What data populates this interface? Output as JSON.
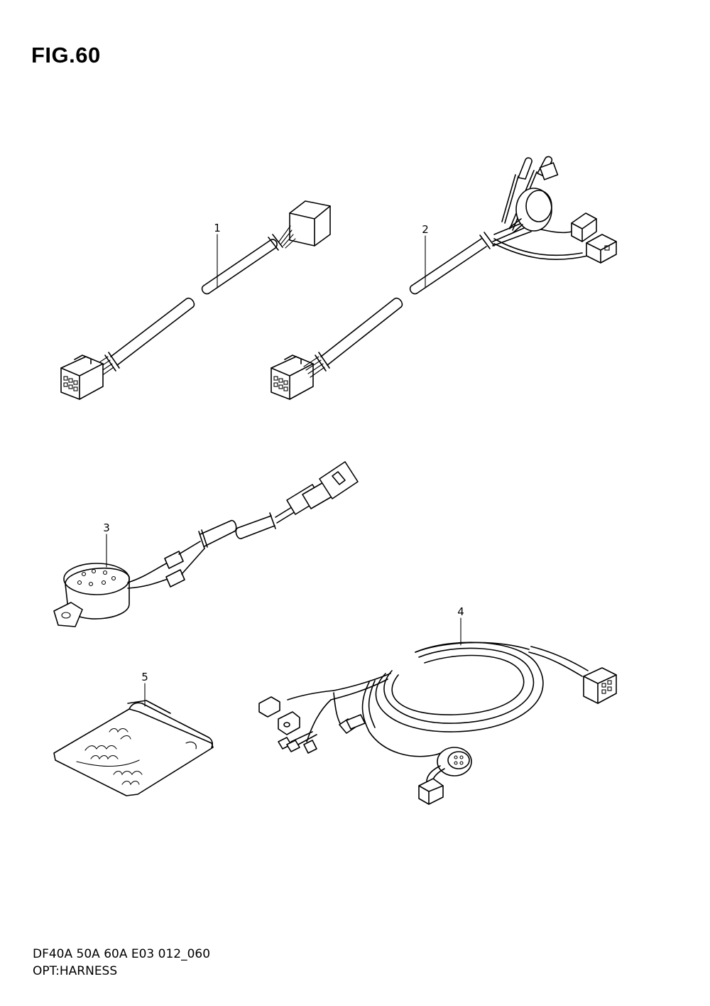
{
  "figure": {
    "title": "FIG.60"
  },
  "callouts": [
    {
      "id": "1",
      "label": "1"
    },
    {
      "id": "2",
      "label": "2"
    },
    {
      "id": "3",
      "label": "3"
    },
    {
      "id": "4",
      "label": "4"
    },
    {
      "id": "5",
      "label": "5"
    }
  ],
  "footer": {
    "model_code": "DF40A 50A 60A E03 012_060",
    "section_name": "OPT:HARNESS"
  }
}
